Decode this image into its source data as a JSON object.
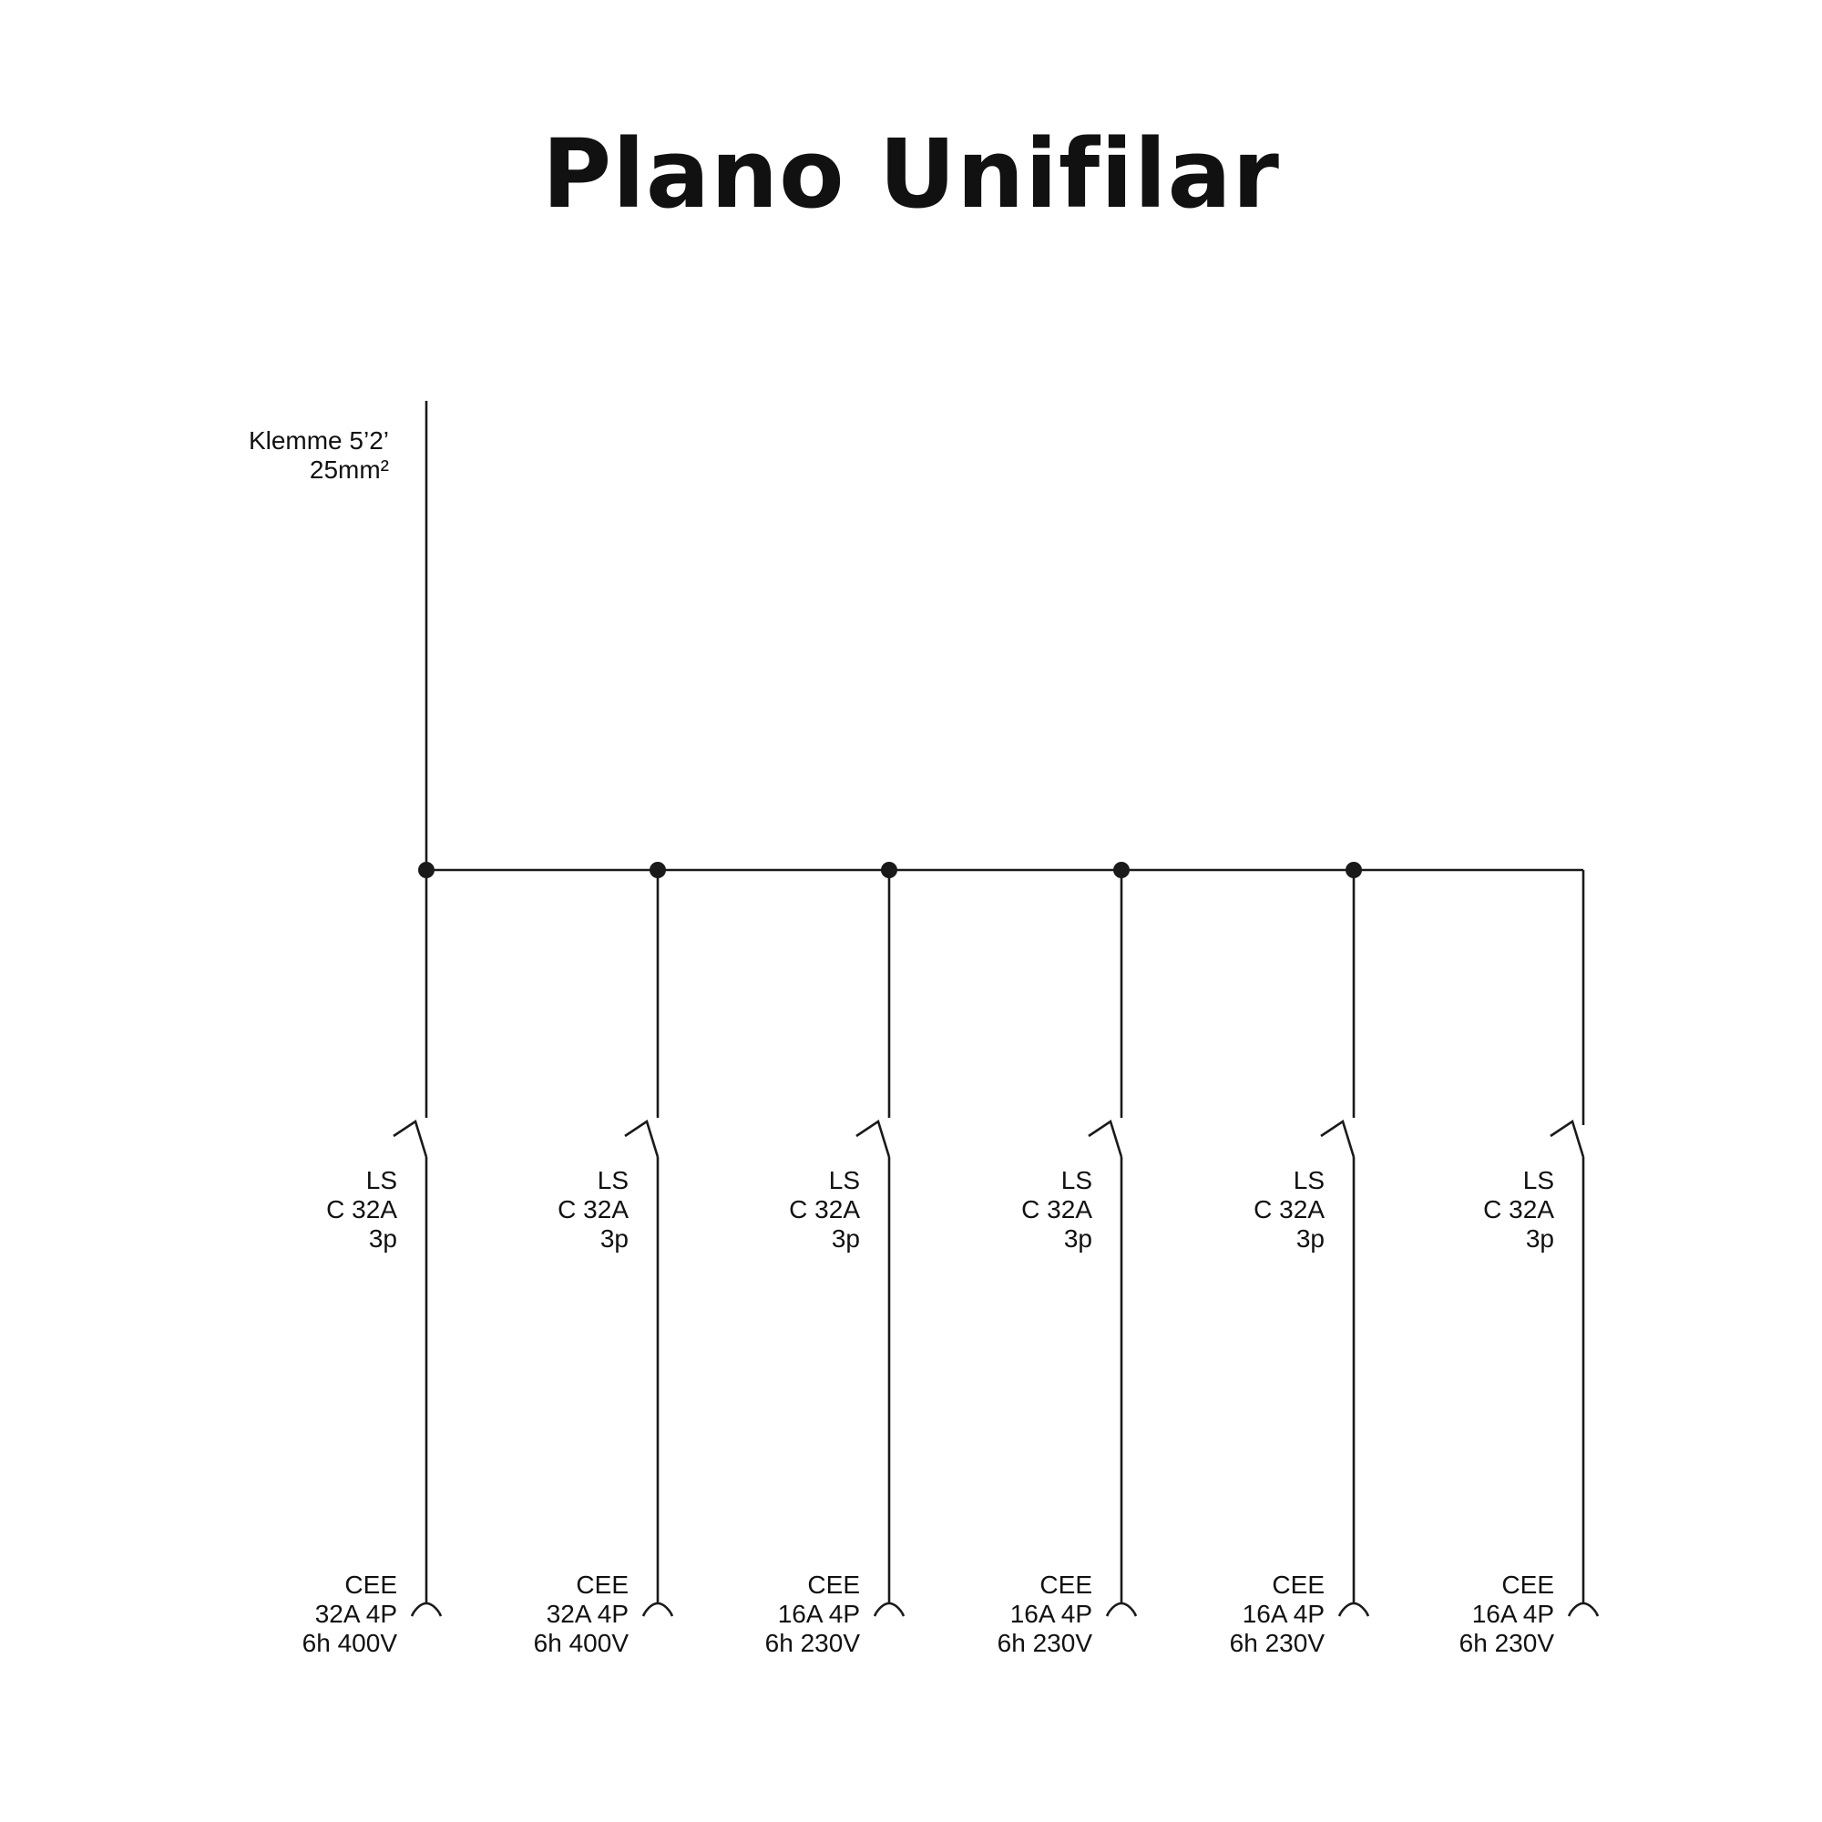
{
  "title": "Plano Unifilar",
  "colors": {
    "line": "#1a1a1a",
    "text": "#111111",
    "background": "#ffffff"
  },
  "feed": {
    "line1": "Klemme 5’2’",
    "line2": "25mm²"
  },
  "circuits": [
    {
      "breaker": [
        "LS",
        "C 32A",
        "3p"
      ],
      "socket": [
        "CEE",
        "32A 4P",
        "6h 400V"
      ]
    },
    {
      "breaker": [
        "LS",
        "C 32A",
        "3p"
      ],
      "socket": [
        "CEE",
        "32A 4P",
        "6h 400V"
      ]
    },
    {
      "breaker": [
        "LS",
        "C 32A",
        "3p"
      ],
      "socket": [
        "CEE",
        "16A 4P",
        "6h 230V"
      ]
    },
    {
      "breaker": [
        "LS",
        "C 32A",
        "3p"
      ],
      "socket": [
        "CEE",
        "16A 4P",
        "6h 230V"
      ]
    },
    {
      "breaker": [
        "LS",
        "C 32A",
        "3p"
      ],
      "socket": [
        "CEE",
        "16A 4P",
        "6h 230V"
      ]
    },
    {
      "breaker": [
        "LS",
        "C 32A",
        "3p"
      ],
      "socket": [
        "CEE",
        "16A 4P",
        "6h 230V"
      ]
    }
  ]
}
